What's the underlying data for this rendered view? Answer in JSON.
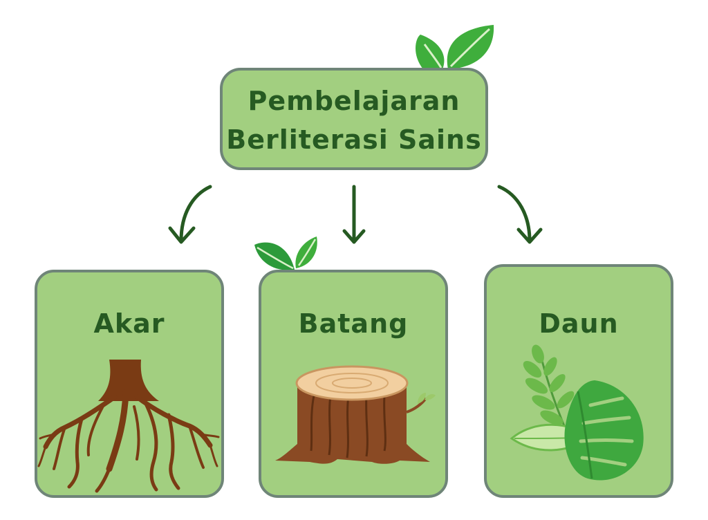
{
  "title": {
    "line1": "Pembelajaran",
    "line2": "Berliterasi Sains"
  },
  "nodes": [
    {
      "label": "Akar",
      "icon": "roots-icon"
    },
    {
      "label": "Batang",
      "icon": "tree-stump-icon"
    },
    {
      "label": "Daun",
      "icon": "leaves-icon"
    }
  ],
  "colors": {
    "card_fill": "#a2cf80",
    "card_border": "#6f8578",
    "text": "#265a22",
    "arrow": "#265a22",
    "leaf": "#3da63d"
  }
}
